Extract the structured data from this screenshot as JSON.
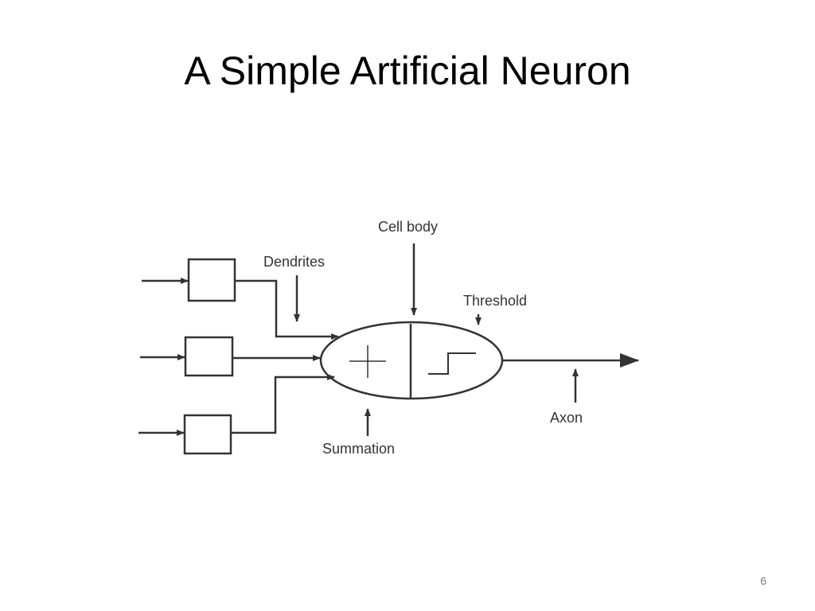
{
  "slide": {
    "title": "A Simple Artificial Neuron",
    "page_number": "6"
  },
  "diagram": {
    "labels": {
      "cell_body": "Cell body",
      "dendrites": "Dendrites",
      "threshold": "Threshold",
      "summation": "Summation",
      "axon": "Axon"
    },
    "symbols": {
      "summation": "plus-sign",
      "threshold": "step-function"
    },
    "inputs": 3,
    "line_color": "#333333"
  }
}
